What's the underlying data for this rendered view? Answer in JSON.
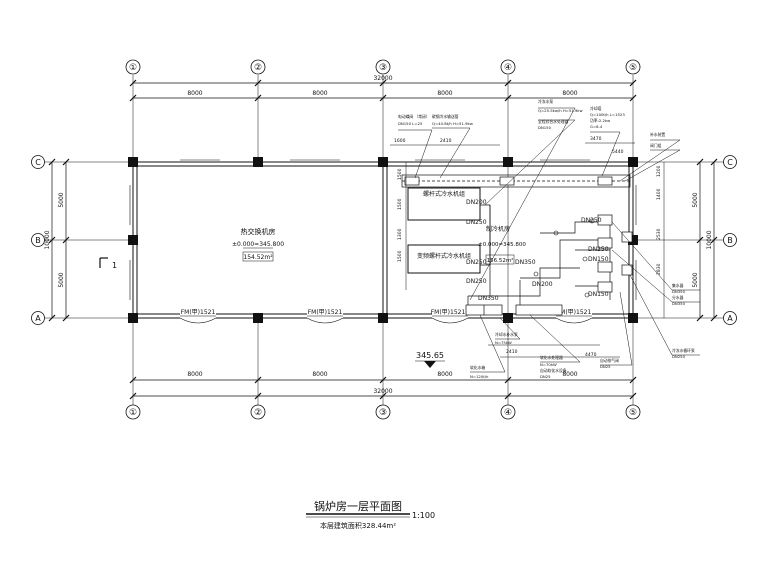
{
  "grid_columns": [
    "①",
    "②",
    "③",
    "④",
    "⑤"
  ],
  "grid_rows": [
    "C",
    "B",
    "A"
  ],
  "bay_dims": [
    "8000",
    "8000",
    "8000",
    "8000"
  ],
  "total_dim": "32000",
  "row_dims": [
    "5000",
    "5000"
  ],
  "row_total": "10000",
  "rooms": {
    "exchange": {
      "name": "热交换机房",
      "elevation": "±0.000=345.800",
      "area": "154.52m²"
    },
    "chiller": {
      "name": "制冷机房",
      "elevation": "±0.000=345.800",
      "area": "156.52m²"
    },
    "unit_top": "螺杆式冷水机组",
    "unit_bottom": "变频螺杆式冷水机组"
  },
  "doors": [
    "FM(甲)1521",
    "FM(甲)1521",
    "FM(甲)1521",
    "FM(甲)1521"
  ],
  "pipes": [
    "DN200",
    "DN250",
    "DN250",
    "DN350",
    "DN250",
    "DN250",
    "DN150",
    "DN150",
    "DN350",
    "DN200",
    "DN250"
  ],
  "small_dims": [
    "1600",
    "2410",
    "3470",
    "4470",
    "2410",
    "5440",
    "1500",
    "1500",
    "1500",
    "1300",
    "1200",
    "1400",
    "2530",
    "2830"
  ],
  "section_mark": "1",
  "level_mark": "345.65",
  "callouts": {
    "c1": [
      "电动蝶阀 （常闭）",
      "DN150 L=25"
    ],
    "c2": [
      "碳钢冷水输送管",
      "Q=40.8t/h H=51.9kw"
    ],
    "c3": [
      "冷冻水泵",
      "Q=25.5kw/h H=51.9kw"
    ],
    "c4": [
      "全程综合水处理器",
      "DN150"
    ],
    "c5": [
      "冷却塔",
      "Q=100t/h L=1523",
      "功率:2.2kw",
      "G=6.4"
    ],
    "c6": [
      "补水装置",
      "阀门组"
    ],
    "c7": [
      "集水器",
      "DN350"
    ],
    "c8": [
      "分水器",
      "DN350"
    ],
    "c9": [
      "冷冻水循环泵",
      "DN250"
    ],
    "c10": [
      "自动排气阀",
      "DN25"
    ],
    "c11": [
      "软化水箱",
      "N=120t/h"
    ],
    "c12": [
      "软化水处理器",
      "N=70kW"
    ],
    "c13": [
      "自动软化水设备",
      "DN25"
    ],
    "c14": [
      "冷却水补水泵",
      "N=75kW"
    ]
  },
  "title": "锅炉房一层平面图",
  "scale": "1:100",
  "area_note": "本层建筑面积328.44m²"
}
